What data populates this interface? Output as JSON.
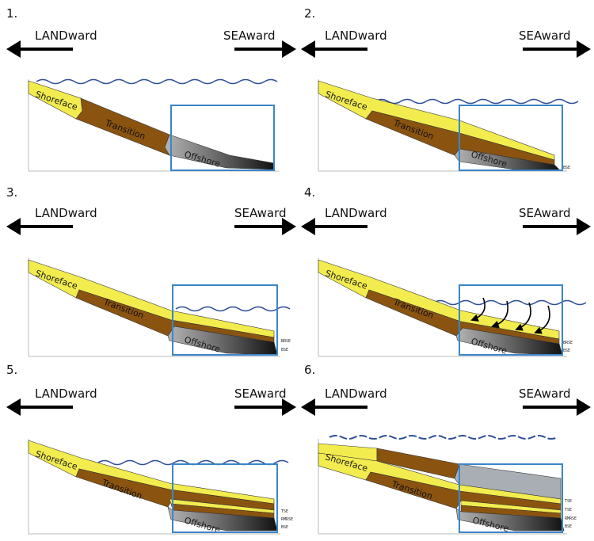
{
  "panels": [
    {
      "number": "1.",
      "landward": "LANDward",
      "seaward": "SEAward",
      "layers": [
        "Shoreface",
        "Transition",
        "Offshore"
      ],
      "surfaces": []
    },
    {
      "number": "2.",
      "landward": "LANDward",
      "seaward": "SEAward",
      "layers": [
        "Shoreface",
        "Transition",
        "Offshore"
      ],
      "surfaces": [
        "BSE"
      ]
    },
    {
      "number": "3.",
      "landward": "LANDward",
      "seaward": "SEAward",
      "layers": [
        "Shoreface",
        "Transition",
        "Offshore"
      ],
      "surfaces": [
        "BRSE",
        "BSE"
      ]
    },
    {
      "number": "4.",
      "landward": "LANDward",
      "seaward": "SEAward",
      "layers": [
        "Shoreface",
        "Transition",
        "Offshore"
      ],
      "surfaces": [
        "BRSE",
        "BSE"
      ]
    },
    {
      "number": "5.",
      "landward": "LANDward",
      "seaward": "SEAward",
      "layers": [
        "Shoreface",
        "Transition",
        "Offshore"
      ],
      "surfaces": [
        "TSE",
        "RMRSE",
        "BSE"
      ]
    },
    {
      "number": "6.",
      "landward": "LANDward",
      "seaward": "SEAward",
      "layers": [
        "Shoreface",
        "Transition",
        "Offshore"
      ],
      "surfaces": [
        "TSE",
        "TSE",
        "RMRSE",
        "BSE"
      ]
    }
  ],
  "colors": {
    "shoreface": "#f2ec4e",
    "transition": "#8a5410",
    "offshore_light": "#a9a9a9",
    "offshore_dark": "#161616",
    "water": "#2f4f9a",
    "box": "#3a86c8",
    "arrow": "#000000"
  }
}
